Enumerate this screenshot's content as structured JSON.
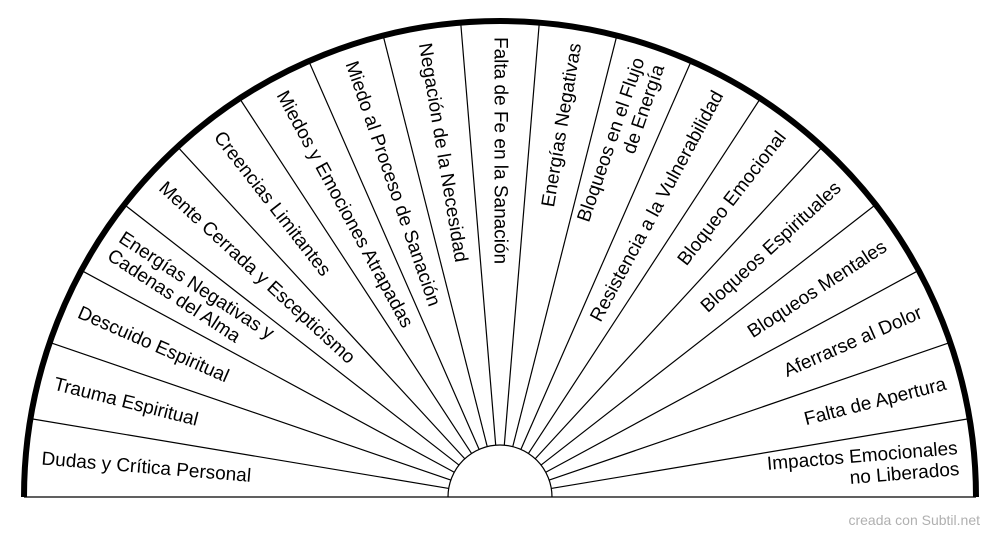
{
  "chart": {
    "sectors": [
      {
        "lines": [
          "Dudas y Crítica Personal"
        ]
      },
      {
        "lines": [
          "Trauma Espiritual"
        ]
      },
      {
        "lines": [
          "Descuido Espiritual"
        ]
      },
      {
        "lines": [
          "Energías Negativas y",
          "Cadenas del Alma"
        ]
      },
      {
        "lines": [
          "Mente Cerrada y Escepticismo"
        ]
      },
      {
        "lines": [
          "Creencias Limitantes"
        ]
      },
      {
        "lines": [
          "Miedos y Emociones Atrapadas"
        ]
      },
      {
        "lines": [
          "Miedo al Proceso de Sanación"
        ]
      },
      {
        "lines": [
          "Negación de la Necesidad"
        ]
      },
      {
        "lines": [
          "Falta de Fe en la Sanación"
        ]
      },
      {
        "lines": [
          "Energías Negativas"
        ]
      },
      {
        "lines": [
          "Bloqueos en el Flujo",
          "de Energía"
        ]
      },
      {
        "lines": [
          "Resistencia a la Vulnerabilidad"
        ]
      },
      {
        "lines": [
          "Bloqueo Emocional"
        ]
      },
      {
        "lines": [
          "Bloqueos Espirituales"
        ]
      },
      {
        "lines": [
          "Bloqueos Mentales"
        ]
      },
      {
        "lines": [
          "Aferrarse al Dolor"
        ]
      },
      {
        "lines": [
          "Falta de Apertura"
        ]
      },
      {
        "lines": [
          "Impactos Emocionales",
          "no Liberados"
        ]
      }
    ]
  },
  "watermark": "creada con Subtil.net"
}
